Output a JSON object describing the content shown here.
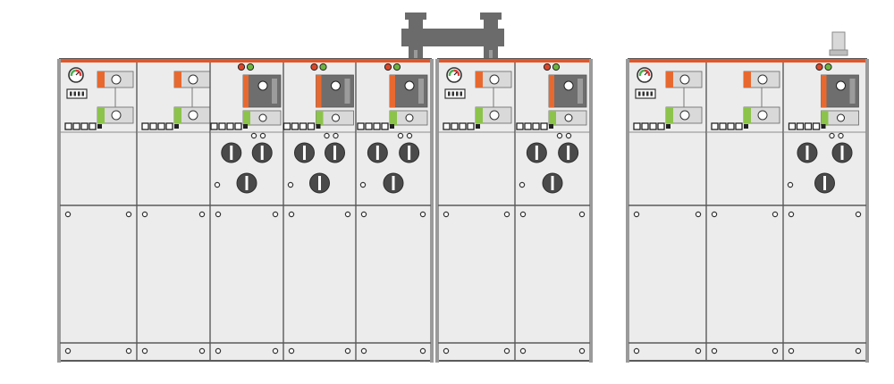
{
  "colors": {
    "background": "#ffffff",
    "cabinet_face": "#ececec",
    "frame": "#5a5a5a",
    "top_strip": "#e2572a",
    "mimic_orange": "#e8692f",
    "mimic_green": "#8cc34a",
    "mimic_dark": "#6e6e6e",
    "knob": "#4a4a4a",
    "busbar": "#6b6b6b",
    "gauge_green": "#4caf50",
    "gauge_red": "#e53935",
    "lamp_red": "#d9472b",
    "lamp_green": "#6db33f"
  },
  "groups": [
    {
      "id": "group-1",
      "cabinets": [
        "ring-unit-gauge",
        "ring-unit",
        "breaker-unit",
        "breaker-unit",
        "breaker-unit"
      ]
    },
    {
      "id": "group-2",
      "cabinets": [
        "ring-unit-gauge",
        "breaker-unit"
      ]
    },
    {
      "id": "group-3",
      "cabinets": [
        "ring-unit-gauge",
        "ring-unit",
        "breaker-unit"
      ]
    }
  ],
  "icons": {
    "busbar_connector": "busbar-connector-icon",
    "cable_terminal": "cable-terminal-icon",
    "pressure_gauge": "pressure-gauge-icon",
    "indicator_lamp": "indicator-lamp-icon",
    "operating_knob": "operating-knob-icon",
    "mimic_switch": "mimic-switch-icon"
  }
}
